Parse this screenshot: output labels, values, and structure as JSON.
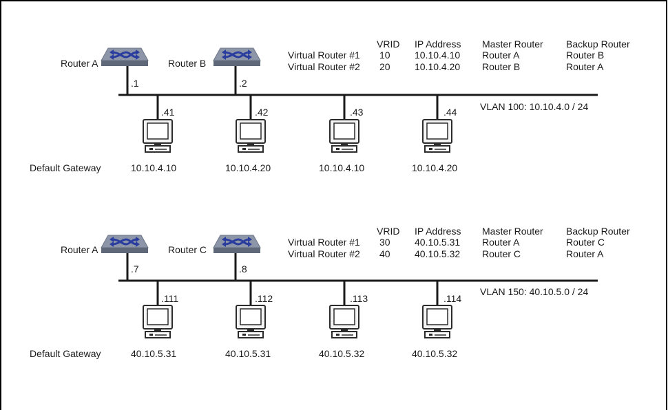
{
  "colors": {
    "line": "#1a1a1a",
    "router_top": "#8c96a8",
    "router_side": "#5f6878",
    "arrow": "#2a3c9e",
    "monitor": "#2b2b2b"
  },
  "icons": {
    "router": "router-icon",
    "workstation": "workstation-icon"
  },
  "sections": [
    {
      "routers": [
        {
          "label": "Router A",
          "port": ".1"
        },
        {
          "label": "Router B",
          "port": ".2"
        }
      ],
      "table": {
        "headers": [
          "VRID",
          "IP Address",
          "Master Router",
          "Backup Router"
        ],
        "rows": [
          {
            "name": "Virtual Router #1",
            "vrid": "10",
            "ip": "10.10.4.10",
            "master": "Router A",
            "backup": "Router B"
          },
          {
            "name": "Virtual Router #2",
            "vrid": "20",
            "ip": "10.10.4.20",
            "master": "Router B",
            "backup": "Router A"
          }
        ]
      },
      "vlan_label": "VLAN 100: 10.10.4.0 / 24",
      "gateway_label": "Default Gateway",
      "hosts": [
        {
          "port": ".41",
          "gateway": "10.10.4.10"
        },
        {
          "port": ".42",
          "gateway": "10.10.4.20"
        },
        {
          "port": ".43",
          "gateway": "10.10.4.10"
        },
        {
          "port": ".44",
          "gateway": "10.10.4.20"
        }
      ]
    },
    {
      "routers": [
        {
          "label": "Router A",
          "port": ".7"
        },
        {
          "label": "Router C",
          "port": ".8"
        }
      ],
      "table": {
        "headers": [
          "VRID",
          "IP Address",
          "Master Router",
          "Backup Router"
        ],
        "rows": [
          {
            "name": "Virtual Router #1",
            "vrid": "30",
            "ip": "40.10.5.31",
            "master": "Router A",
            "backup": "Router C"
          },
          {
            "name": "Virtual Router #2",
            "vrid": "40",
            "ip": "40.10.5.32",
            "master": "Router C",
            "backup": "Router A"
          }
        ]
      },
      "vlan_label": "VLAN 150: 40.10.5.0 / 24",
      "gateway_label": "Default Gateway",
      "hosts": [
        {
          "port": ".111",
          "gateway": "40.10.5.31"
        },
        {
          "port": ".112",
          "gateway": "40.10.5.31"
        },
        {
          "port": ".113",
          "gateway": "40.10.5.32"
        },
        {
          "port": ".114",
          "gateway": "40.10.5.32"
        }
      ]
    }
  ]
}
